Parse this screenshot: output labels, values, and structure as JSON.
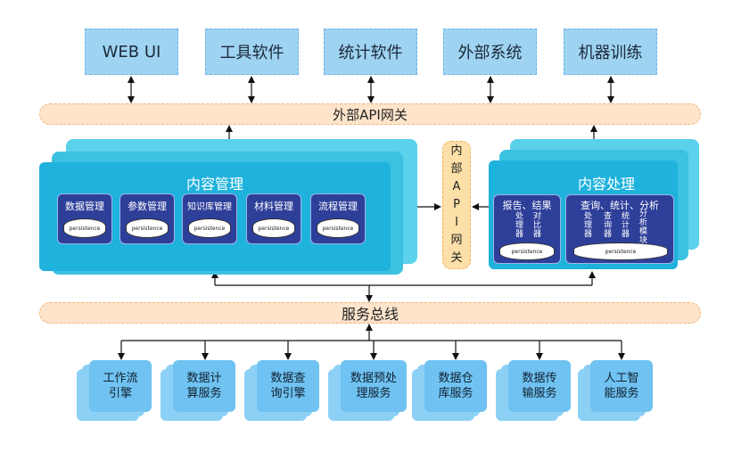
{
  "clients": [
    "WEB UI",
    "工具软件",
    "统计软件",
    "外部系统",
    "机器训练"
  ],
  "external_gateway": "外部API网关",
  "content_management": {
    "title": "内容管理",
    "modules": [
      "数据管理",
      "参数管理",
      "知识库管理",
      "材料管理",
      "流程管理"
    ],
    "storage_label": "persistence"
  },
  "internal_gateway": [
    "内",
    "部",
    "A",
    "P",
    "I",
    "网",
    "关"
  ],
  "content_processing": {
    "title": "内容处理",
    "report_module": {
      "title": "报告、结果",
      "columns": [
        [
          "处",
          "理",
          "器"
        ],
        [
          "对",
          "比",
          "器"
        ]
      ]
    },
    "query_module": {
      "title": "查询、统计、分析",
      "columns": [
        [
          "处",
          "理",
          "器"
        ],
        [
          "查",
          "询",
          "器"
        ],
        [
          "统",
          "计",
          "器"
        ],
        [
          "分",
          "析",
          "模",
          "块"
        ]
      ]
    },
    "storage_label": "persistence"
  },
  "service_bus": "服务总线",
  "services": [
    "工作流\n引擎",
    "数据计\n算服务",
    "数据查\n询引擎",
    "数据预处\n理服务",
    "数据仓\n库服务",
    "数据传\n输服务",
    "人工智\n能服务"
  ]
}
